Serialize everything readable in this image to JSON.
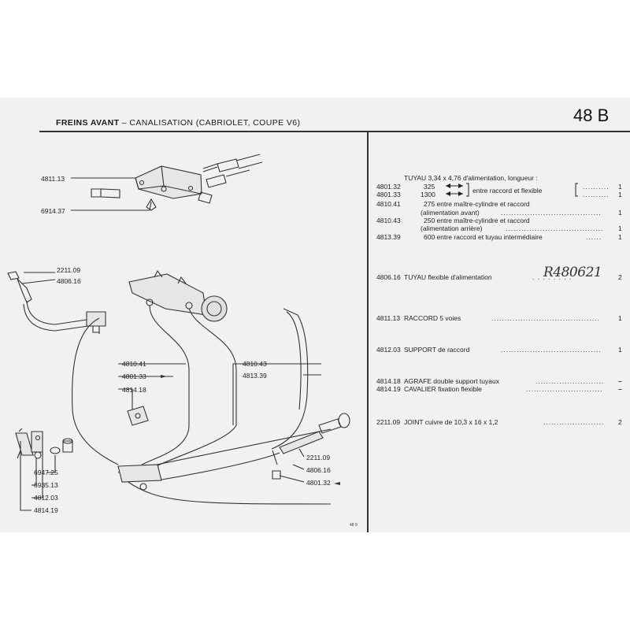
{
  "header": {
    "title_bold": "FREINS AVANT",
    "title_rest": "– CANALISATION (CABRIOLET, COUPE V6)",
    "section": "48 B"
  },
  "diagram_labels": [
    "4811.13",
    "6914.37",
    "2211.09",
    "4806.16",
    "4810.41",
    "4801.33",
    "4814.18",
    "4810.43",
    "4813.39",
    "6947.25",
    "6935.13",
    "4812.03",
    "4814.19",
    "2211.09",
    "4806.16",
    "4801.32"
  ],
  "parts": [
    {
      "ref": "",
      "desc": "TUYAU 3,34 x 4,76 d'alimentation, longueur :",
      "qty": ""
    },
    {
      "ref": "4801.32",
      "desc": "325",
      "qty": "1"
    },
    {
      "ref": "4801.33",
      "desc": "1300",
      "qty": "1"
    },
    {
      "ref": "",
      "desc": "entre raccord et flexible",
      "qty": ""
    },
    {
      "ref": "4810.41",
      "desc": "275 entre maître-cylindre et raccord",
      "qty": ""
    },
    {
      "ref": "",
      "desc": "(alimentation avant)",
      "qty": "1"
    },
    {
      "ref": "4810.43",
      "desc": "250 entre maître-cylindre et raccord",
      "qty": ""
    },
    {
      "ref": "",
      "desc": "(alimentation arrière)",
      "qty": "1"
    },
    {
      "ref": "4813.39",
      "desc": "600 entre raccord et tuyau intermédiaire",
      "qty": "1"
    },
    {
      "ref": "4806.16",
      "desc": "TUYAU flexible d'alimentation",
      "qty": "2"
    },
    {
      "ref": "4811.13",
      "desc": "RACCORD 5 voies",
      "qty": "1"
    },
    {
      "ref": "4812.03",
      "desc": "SUPPORT de raccord",
      "qty": "1"
    },
    {
      "ref": "4814.18",
      "desc": "AGRAFE double support tuyaux",
      "qty": "–"
    },
    {
      "ref": "4814.19",
      "desc": "CAVALIER fixation flexible",
      "qty": "–"
    },
    {
      "ref": "2211.09",
      "desc": "JOINT cuivre de 10,3 x 16 x 1,2",
      "qty": "2"
    }
  ],
  "handwritten_note": "R480621",
  "footer_code": "48 9"
}
